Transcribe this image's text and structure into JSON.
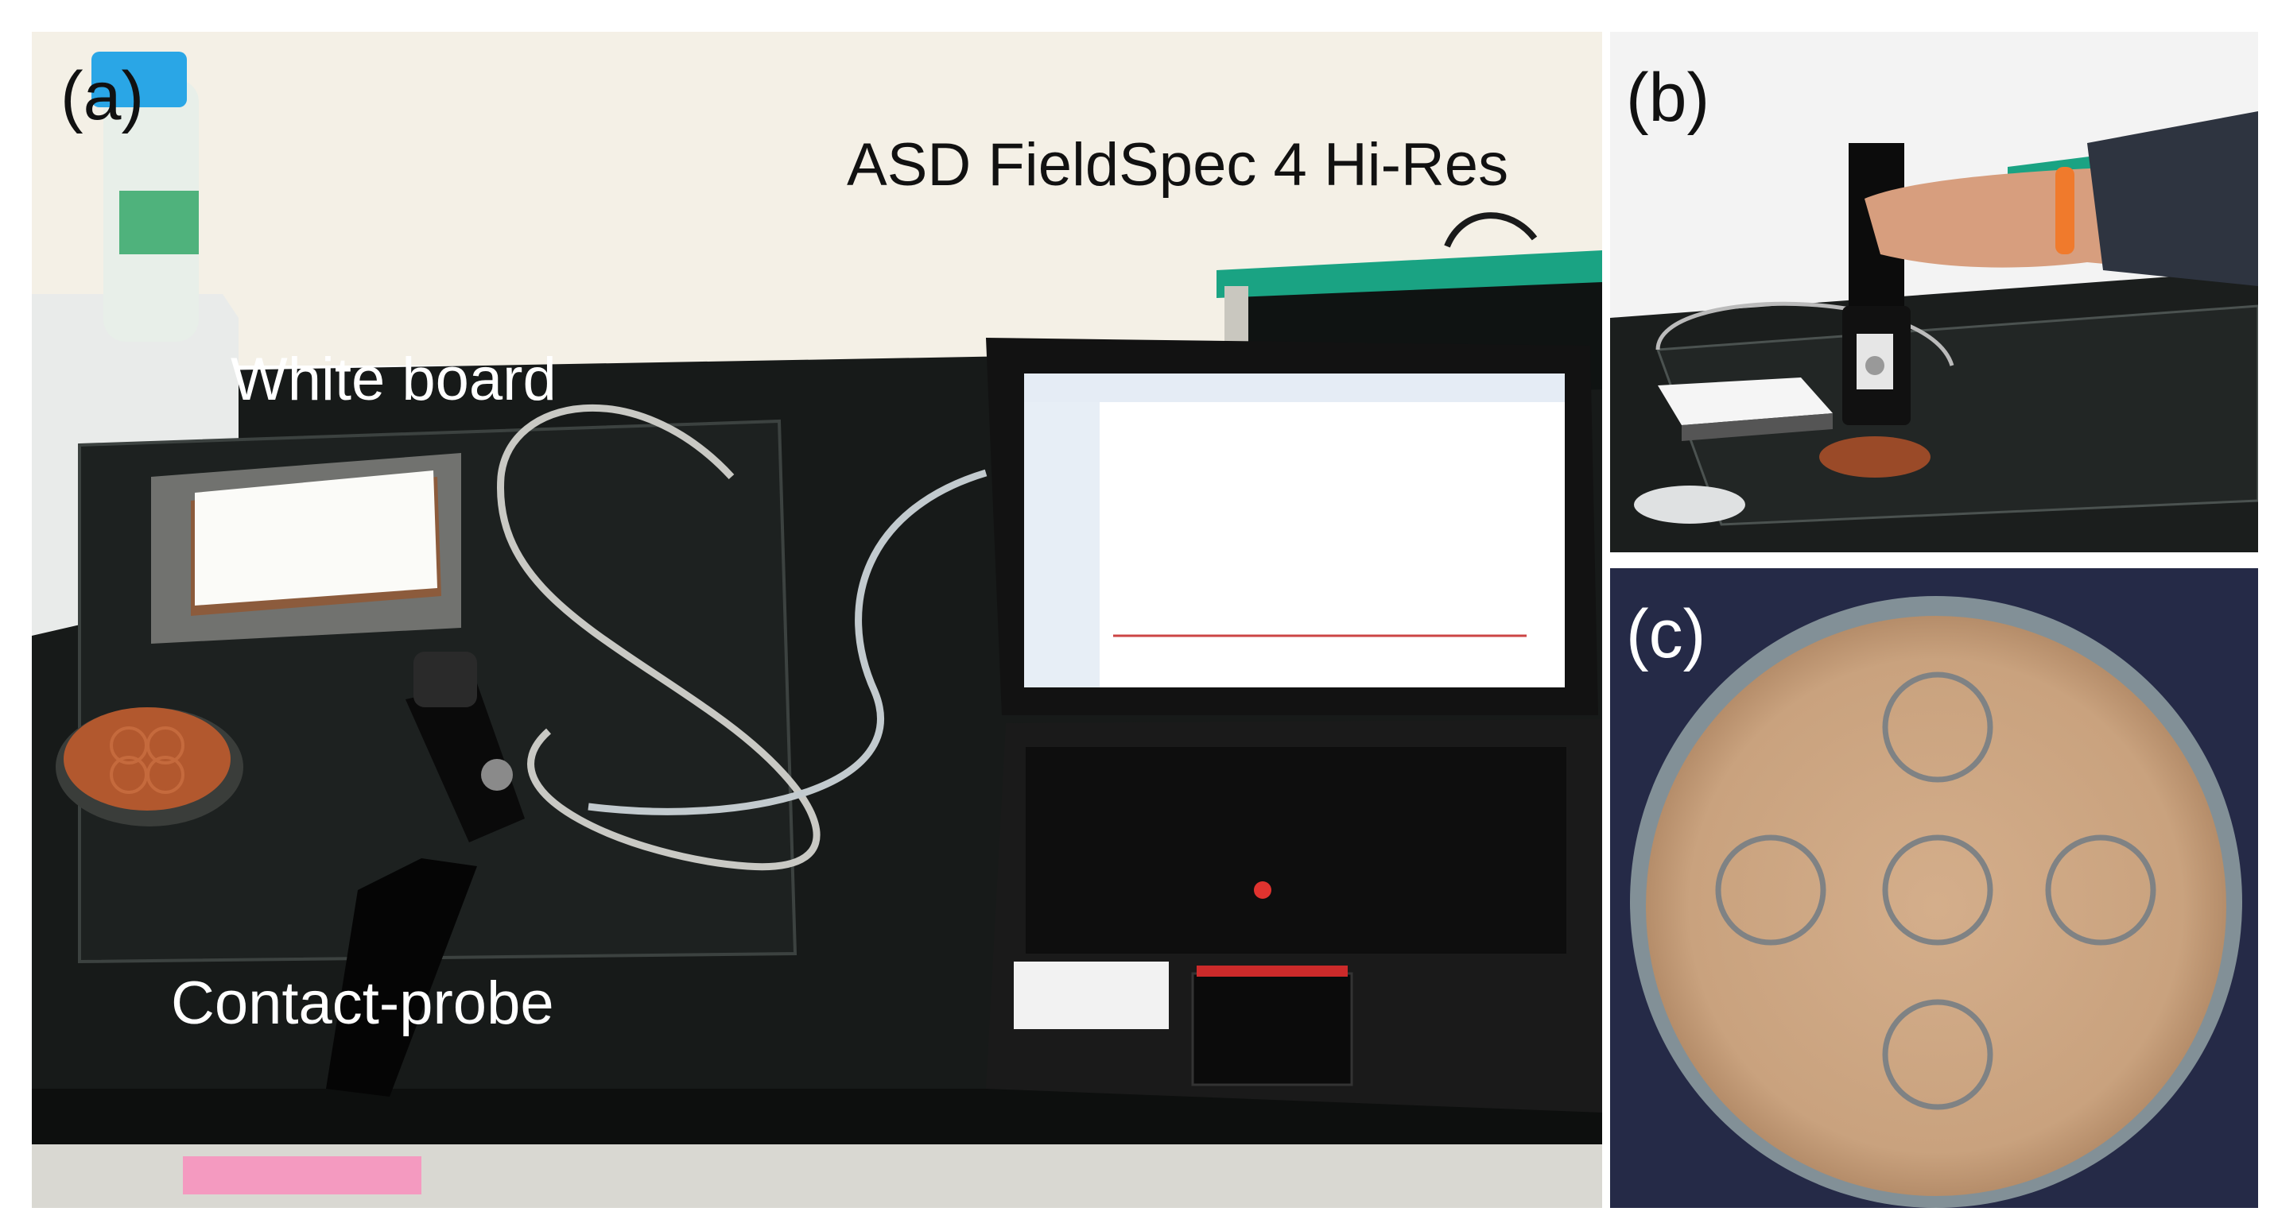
{
  "panels": {
    "a": {
      "label": "(a)",
      "instrument_caption": "ASD FieldSpec 4 Hi-Res",
      "white_board_caption": "White board",
      "probe_caption": "Contact-probe"
    },
    "b": {
      "label": "(b)"
    },
    "c": {
      "label": "(c)",
      "sampling_circles": 5
    }
  },
  "colors": {
    "bench": "#171a19",
    "wall": "#f4f0e6",
    "soil": "#c9a27e",
    "soil_red": "#b2582e",
    "teal": "#1aa383",
    "screen": "#ffffff",
    "circle_stroke": "#7f8284",
    "panel_c_bg": "#252a47"
  }
}
